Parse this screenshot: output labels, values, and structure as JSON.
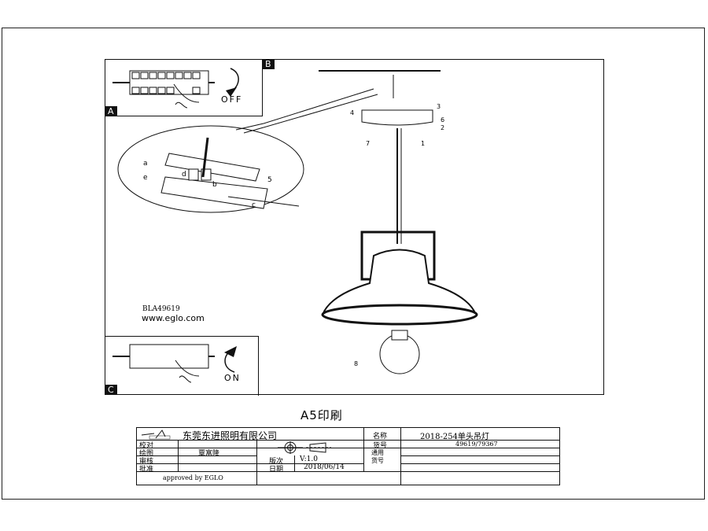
{
  "drawing": {
    "panel_b_label": "B",
    "panel_a_label": "A",
    "panel_c_label": "C",
    "off_label": "OFF",
    "on_label": "ON",
    "model_code": "BLA49619",
    "website": "www.eglo.com",
    "detail_letters": [
      "a",
      "b",
      "c",
      "d",
      "e"
    ],
    "step_numbers": [
      "1",
      "2",
      "3",
      "4",
      "5",
      "6",
      "7",
      "8"
    ]
  },
  "print_title": "A5印刷",
  "title_block": {
    "company": "东莞东进照明有限公司",
    "name_label": "名称",
    "name_value": "2018-254单头吊灯",
    "checked_label": "校对",
    "drawn_label": "绘图",
    "drawn_value": "覃富隆",
    "review_label": "审核",
    "approve_label": "批准",
    "model_label": "货号",
    "model_value": "49619/79367",
    "generic_label": "通用货号",
    "version_label": "版次",
    "version_value": "V:1.0",
    "date_label": "日期",
    "date_value": "2018/06/14",
    "approved_by": "approved by EGLO"
  }
}
